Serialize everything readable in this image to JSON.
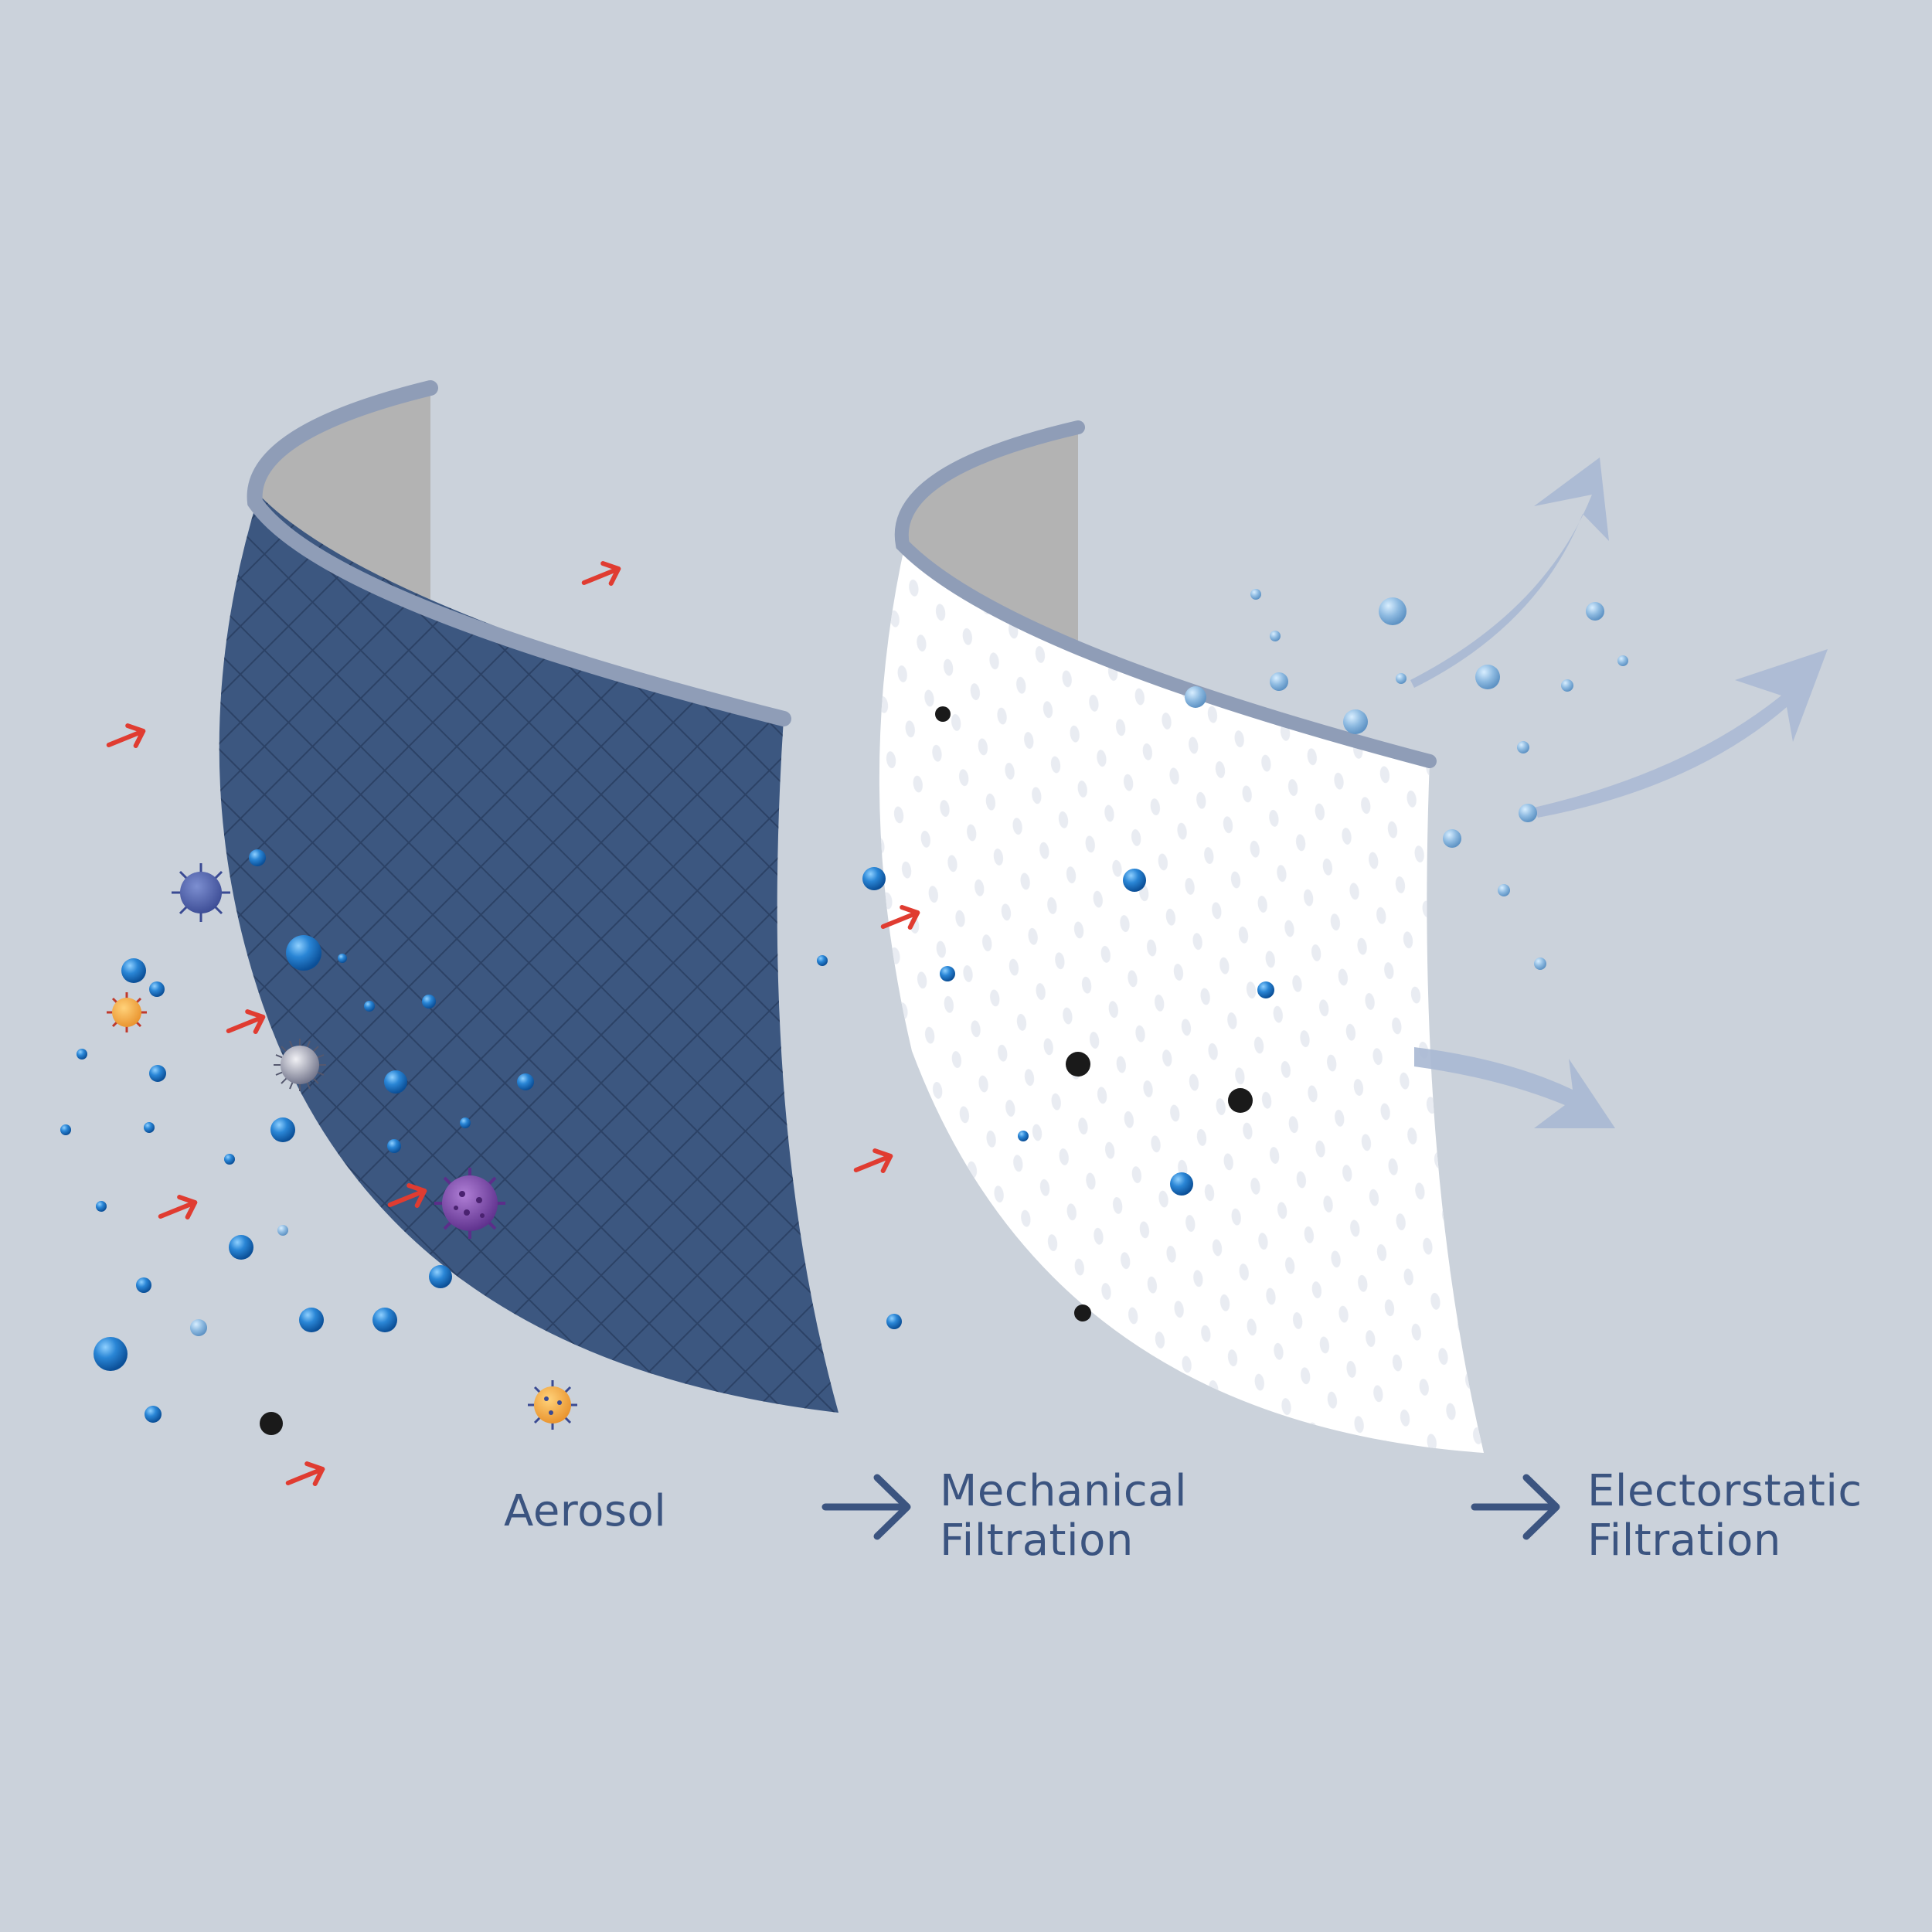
{
  "labels": {
    "aerosol": "Aerosol",
    "mechanical_line1": "Mechanical",
    "mechanical_line2": "Filtration",
    "electrostatic_line1": "Electorstatic",
    "electrostatic_line2": "Filtration"
  },
  "icons": [
    "flow-arrow-icon",
    "virus-icon",
    "particle-icon",
    "outflow-arrow-icon"
  ],
  "colors": {
    "background": "#cbd2db",
    "text": "#3b5480",
    "fabric_layer": "#3c5780",
    "filter_layer": "#ffffff",
    "layer_rim": "#8f9db7",
    "layer_inner": "#b3b3b3",
    "flow_arrows": "#e03c31",
    "droplet": "#1f6fc0",
    "soot": "#1a1a1a",
    "outflow": "#a9b8d3"
  }
}
